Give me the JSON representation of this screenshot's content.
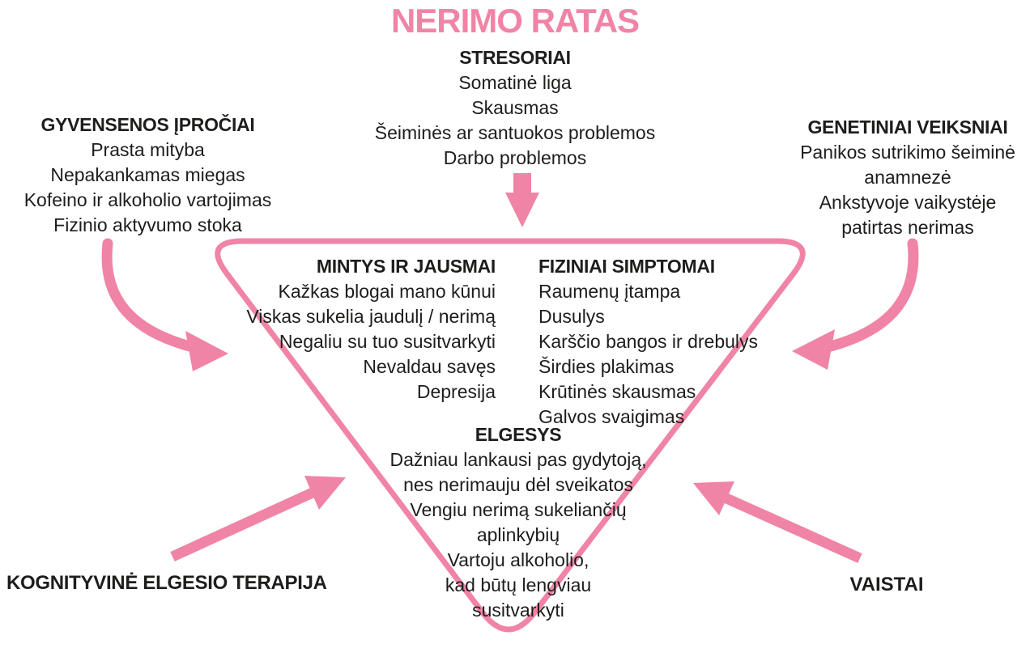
{
  "colors": {
    "accent": "#F084A6",
    "text": "#1D1D1B"
  },
  "title": "NERIMO RATAS",
  "sections": {
    "stressors": {
      "heading": "STRESORIAI",
      "lines": [
        "Somatinė liga",
        "Skausmas",
        "Šeiminės ar santuokos problemos",
        "Darbo problemos"
      ]
    },
    "lifestyle": {
      "heading": "GYVENSENOS ĮPROČIAI",
      "lines": [
        "Prasta mityba",
        "Nepakankamas miegas",
        "Kofeino ir alkoholio vartojimas",
        "Fizinio aktyvumo stoka"
      ]
    },
    "genetic": {
      "heading": "GENETINIAI VEIKSNIAI",
      "lines": [
        "Panikos sutrikimo šeiminė",
        "anamnezė",
        "Ankstyvoje vaikystėje",
        "patirtas nerimas"
      ]
    },
    "thoughts": {
      "heading": "MINTYS IR JAUSMAI",
      "lines": [
        "Kažkas blogai mano kūnui",
        "Viskas sukelia jaudulį / nerimą",
        "Negaliu su tuo susitvarkyti",
        "Nevaldau savęs",
        "Depresija"
      ]
    },
    "physical": {
      "heading": "FIZINIAI SIMPTOMAI",
      "lines": [
        "Raumenų įtampa",
        "Dusulys",
        "Karščio bangos ir drebulys",
        "Širdies plakimas",
        "Krūtinės skausmas",
        "Galvos svaigimas"
      ]
    },
    "behavior": {
      "heading": "ELGESYS",
      "lines": [
        "Dažniau lankausi pas gydytoją,",
        "nes nerimauju dėl sveikatos",
        "Vengiu nerimą sukeliančių",
        "aplinkybių",
        "Vartoju alkoholio,",
        "kad būtų lengviau",
        "susitvarkyti"
      ]
    },
    "cbt": {
      "label": "KOGNITYVINĖ ELGESIO TERAPIJA"
    },
    "medication": {
      "label": "VAISTAI"
    }
  }
}
